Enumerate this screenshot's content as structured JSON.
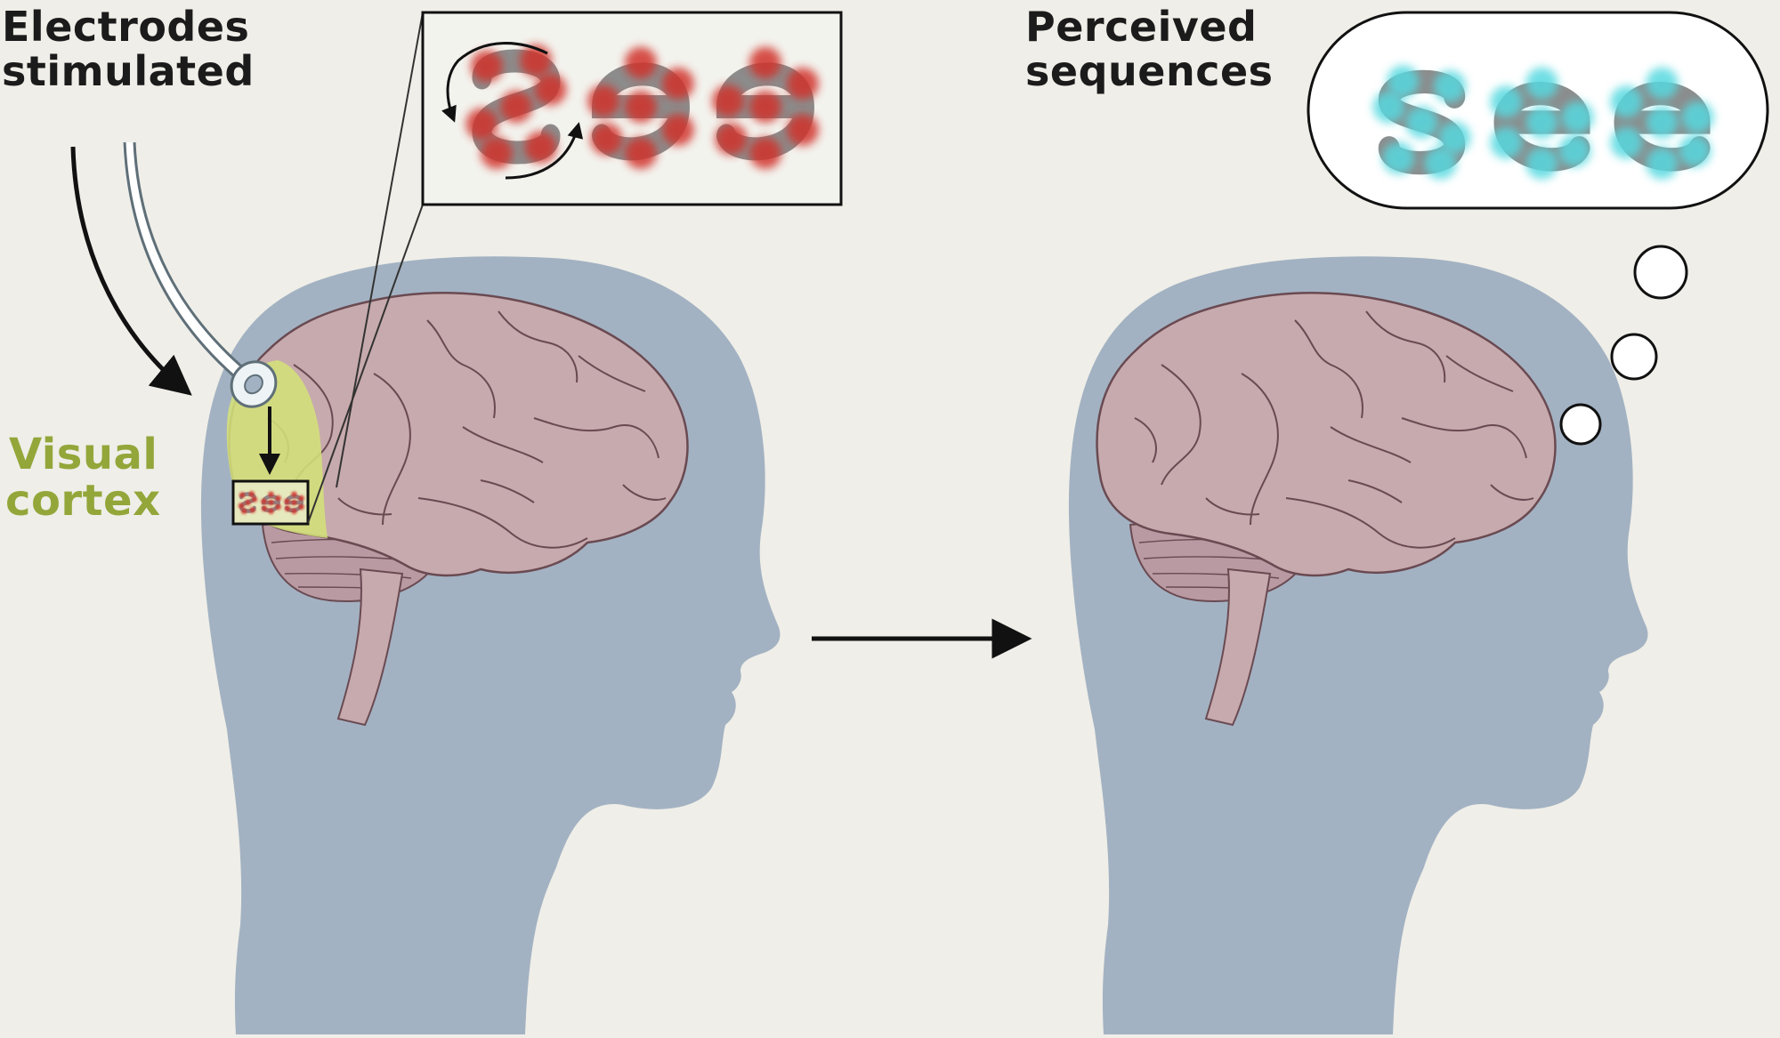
{
  "labels": {
    "electrodes_line1": "Electrodes",
    "electrodes_line2": "stimulated",
    "visual_line1": "Visual",
    "visual_line2": "cortex",
    "perceived_line1": "Perceived",
    "perceived_line2": "sequences"
  },
  "stimulation_sequence": [
    "S",
    "E",
    "E"
  ],
  "perceived_sequence": [
    "s",
    "e",
    "e"
  ],
  "colors": {
    "background": "#efeee8",
    "head": "#a3b2c2",
    "brain": "#c7aaad",
    "brain_sulci": "#6a4a52",
    "cerebellum": "#b99aa2",
    "visual_cortex": "#d4e07a",
    "visual_cortex_label": "#93a63a",
    "electrode_dot": "#d0322a",
    "perceived_dot": "#57d9e0",
    "letter_stroke": "#8c8c8c",
    "text": "#1b1b1b"
  }
}
